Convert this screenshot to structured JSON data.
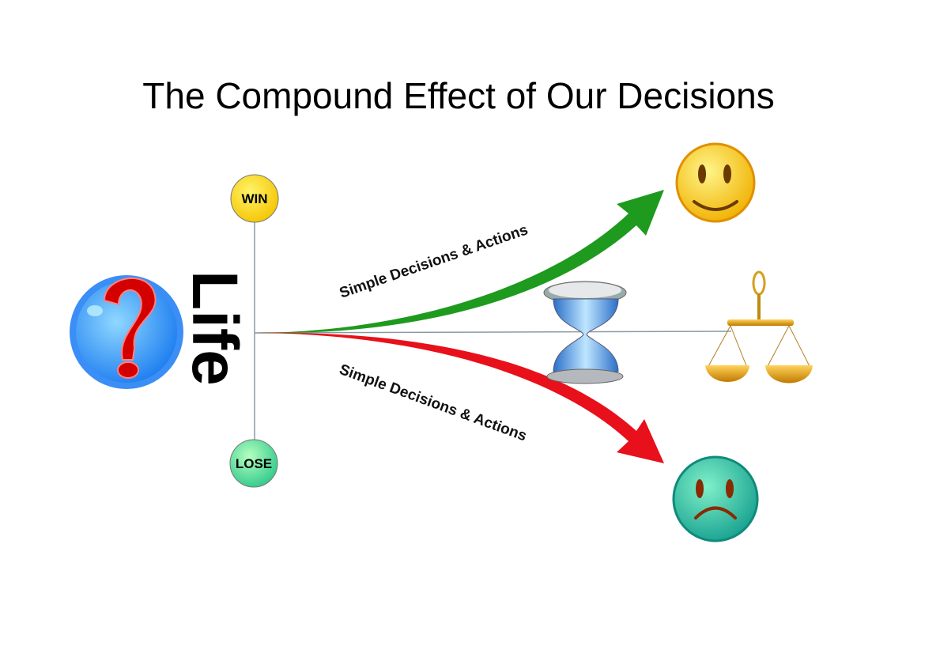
{
  "title": "The Compound Effect of Our Decisions",
  "center_label": "Life",
  "nodes": {
    "win": "WIN",
    "lose": "LOSE"
  },
  "arrows": {
    "up_label": "Simple Decisions & Actions",
    "down_label": "Simple Decisions & Actions"
  },
  "colors": {
    "up_arrow": "#1e9a1e",
    "down_arrow": "#e8101a",
    "win": "#ffe033",
    "lose": "#6fe39a"
  }
}
